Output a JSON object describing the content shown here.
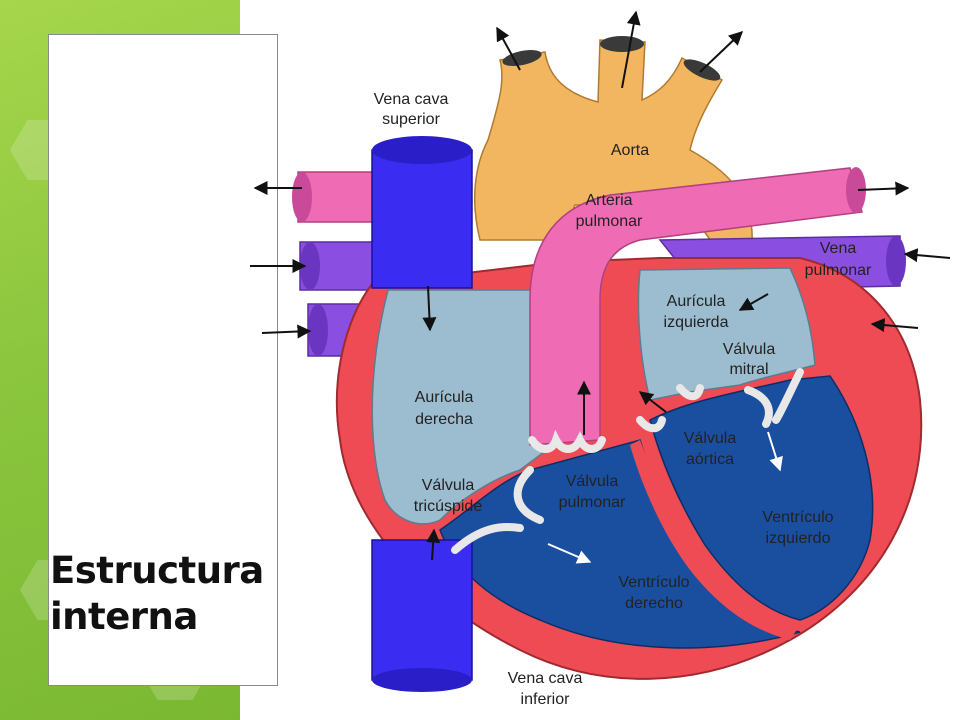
{
  "slide": {
    "title": "Estructura\ninterna"
  },
  "labels": {
    "vena_cava_superior_1": "Vena cava",
    "vena_cava_superior_2": "superior",
    "aorta": "Aorta",
    "arteria_pulmonar_1": "Arteria",
    "arteria_pulmonar_2": "pulmonar",
    "vena_pulmonar_1": "Vena",
    "vena_pulmonar_2": "pulmonar",
    "auricula_izquierda_1": "Aurícula",
    "auricula_izquierda_2": "izquierda",
    "valvula_mitral_1": "Válvula",
    "valvula_mitral_2": "mitral",
    "auricula_derecha_1": "Aurícula",
    "auricula_derecha_2": "derecha",
    "valvula_aortica_1": "Válvula",
    "valvula_aortica_2": "aórtica",
    "valvula_tricuspide_1": "Válvula",
    "valvula_tricuspide_2": "tricúspide",
    "valvula_pulmonar_1": "Válvula",
    "valvula_pulmonar_2": "pulmonar",
    "ventriculo_izquierdo_1": "Ventrículo",
    "ventriculo_izquierdo_2": "izquierdo",
    "ventriculo_derecho_1": "Ventrículo",
    "ventriculo_derecho_2": "derecho",
    "vena_cava_inferior_1": "Vena cava",
    "vena_cava_inferior_2": "inferior"
  },
  "colors": {
    "aorta": "#f2b660",
    "pulmonary_artery": "#ef6bb4",
    "pulmonary_vein": "#8a4fe0",
    "vena_cava": "#3a2cf0",
    "myocardium": "#ef4b55",
    "atrium": "#9cbccf",
    "ventricle": "#1a4fa0",
    "valve": "#e8e8e8"
  }
}
